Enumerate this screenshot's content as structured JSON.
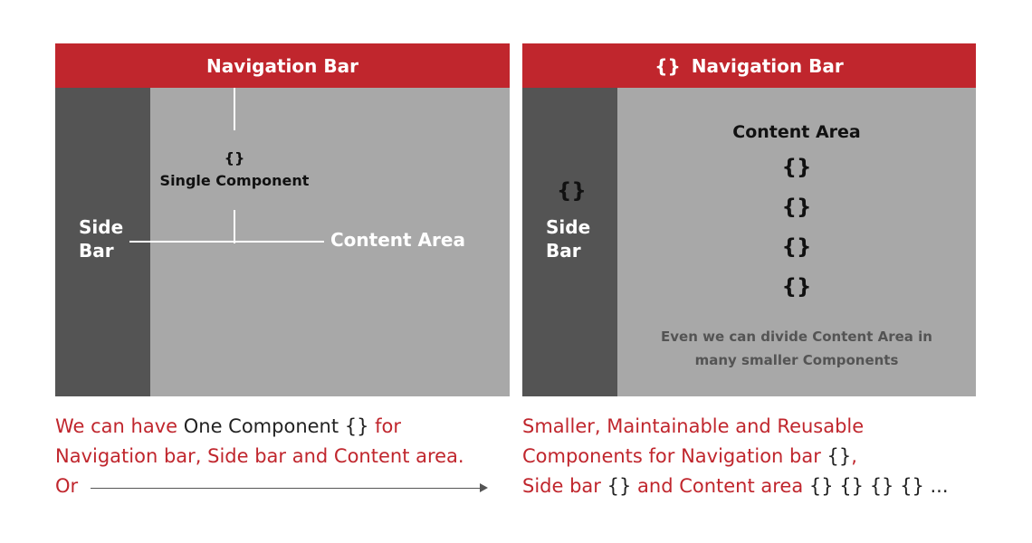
{
  "left_panel": {
    "navbar_label": "Navigation Bar",
    "sidebar_lines": [
      "Side",
      "Bar"
    ],
    "component_brace": "{}",
    "component_label": "Single Component",
    "content_label": "Content Area"
  },
  "right_panel": {
    "navbar_brace": "{}",
    "navbar_label": "Navigation Bar",
    "sidebar_brace": "{}",
    "sidebar_lines": [
      "Side",
      "Bar"
    ],
    "content_title": "Content Area",
    "content_braces": [
      "{}",
      "{}",
      "{}",
      "{}"
    ],
    "note_lines": [
      "Even we can divide Content Area in",
      "many smaller Components"
    ]
  },
  "captions": {
    "left": {
      "line1_a": "We can have ",
      "line1_b": "One Component {}",
      "line1_c": " for",
      "line2": "Navigation bar, Side bar and Content area.",
      "line3": "Or"
    },
    "right": {
      "line1": "Smaller, Maintainable and Reusable",
      "line2_a": "Components for Navigation bar ",
      "line2_b": "{}",
      "line2_c": ",",
      "line3_a": "Side bar ",
      "line3_b": "{}",
      "line3_c": " and Content area ",
      "line3_d": "{} {} {} {} ..."
    }
  },
  "colors": {
    "accent_red": "#c0262d",
    "sidebar_gray": "#545454",
    "content_gray": "#a8a8a8"
  }
}
